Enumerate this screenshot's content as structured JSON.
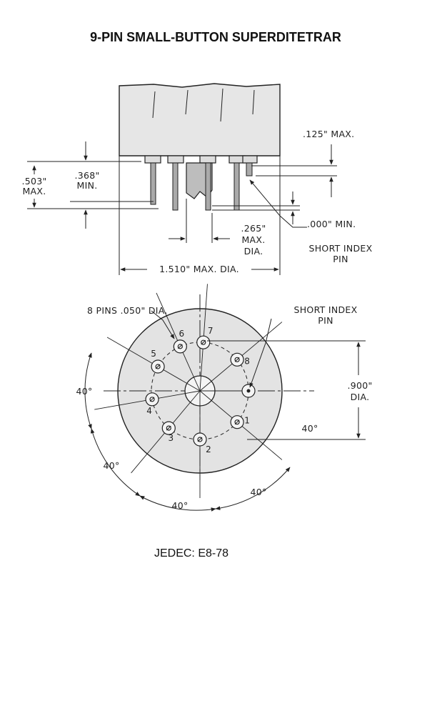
{
  "title": "9-PIN SMALL-BUTTON SUPERDITETRAR",
  "side_view": {
    "max_125": ".125\" MAX.",
    "max_503_a": ".503\"",
    "max_503_b": "MAX.",
    "min_368_a": ".368\"",
    "min_368_b": "MIN.",
    "dia_265_a": ".265\"",
    "dia_265_b": "MAX.",
    "dia_265_c": "DIA.",
    "min_000": ".000\" MIN.",
    "short_index_a": "SHORT INDEX",
    "short_index_b": "PIN",
    "dia_1510": "1.510\" MAX. DIA."
  },
  "bottom_view": {
    "pins_label": "8 PINS .050\" DIA.",
    "short_index_a": "SHORT INDEX",
    "short_index_b": "PIN",
    "dia_900_a": ".900\"",
    "dia_900_b": "DIA.",
    "angle_left": "40°",
    "angle_lower_left": "40°",
    "angle_bottom": "40°",
    "angle_lower_right": "40°",
    "angle_right": "40°",
    "pin_numbers": [
      "1",
      "2",
      "3",
      "4",
      "5",
      "6",
      "7",
      "8"
    ]
  },
  "footer": "JEDEC: E8-78"
}
